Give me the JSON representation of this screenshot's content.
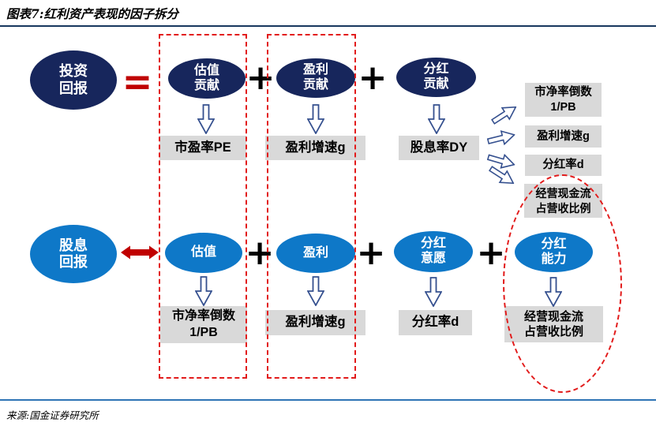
{
  "title": "图表7:红利资产表现的因子拆分",
  "source": "来源:国金证券研究所",
  "operators": {
    "equals": "=",
    "plus": "+"
  },
  "colors": {
    "navy": "#17265c",
    "blue": "#0e78c8",
    "red": "#c00000",
    "dashed_red": "#e21b1b",
    "box_gray": "#d9d9d9",
    "arrow_outline": "#35508f",
    "line_top": "#17375e",
    "line_bottom": "#2e74b5"
  },
  "top_row": {
    "subject": "投资\n回报",
    "items": [
      {
        "label": "估值\n贡献",
        "metric": "市盈率PE"
      },
      {
        "label": "盈利\n贡献",
        "metric": "盈利增速g"
      },
      {
        "label": "分红\n贡献",
        "metric": "股息率DY"
      }
    ]
  },
  "right_column": {
    "boxes": [
      "市净率倒数\n1/PB",
      "盈利增速g",
      "分红率d",
      "经营现金流\n占营收比例"
    ]
  },
  "bottom_row": {
    "subject": "股息\n回报",
    "items": [
      {
        "label": "估值",
        "metric": "市净率倒数\n1/PB"
      },
      {
        "label": "盈利",
        "metric": "盈利增速g"
      },
      {
        "label": "分红\n意愿",
        "metric": "分红率d"
      },
      {
        "label": "分红\n能力",
        "metric": "经营现金流\n占营收比例"
      }
    ]
  }
}
